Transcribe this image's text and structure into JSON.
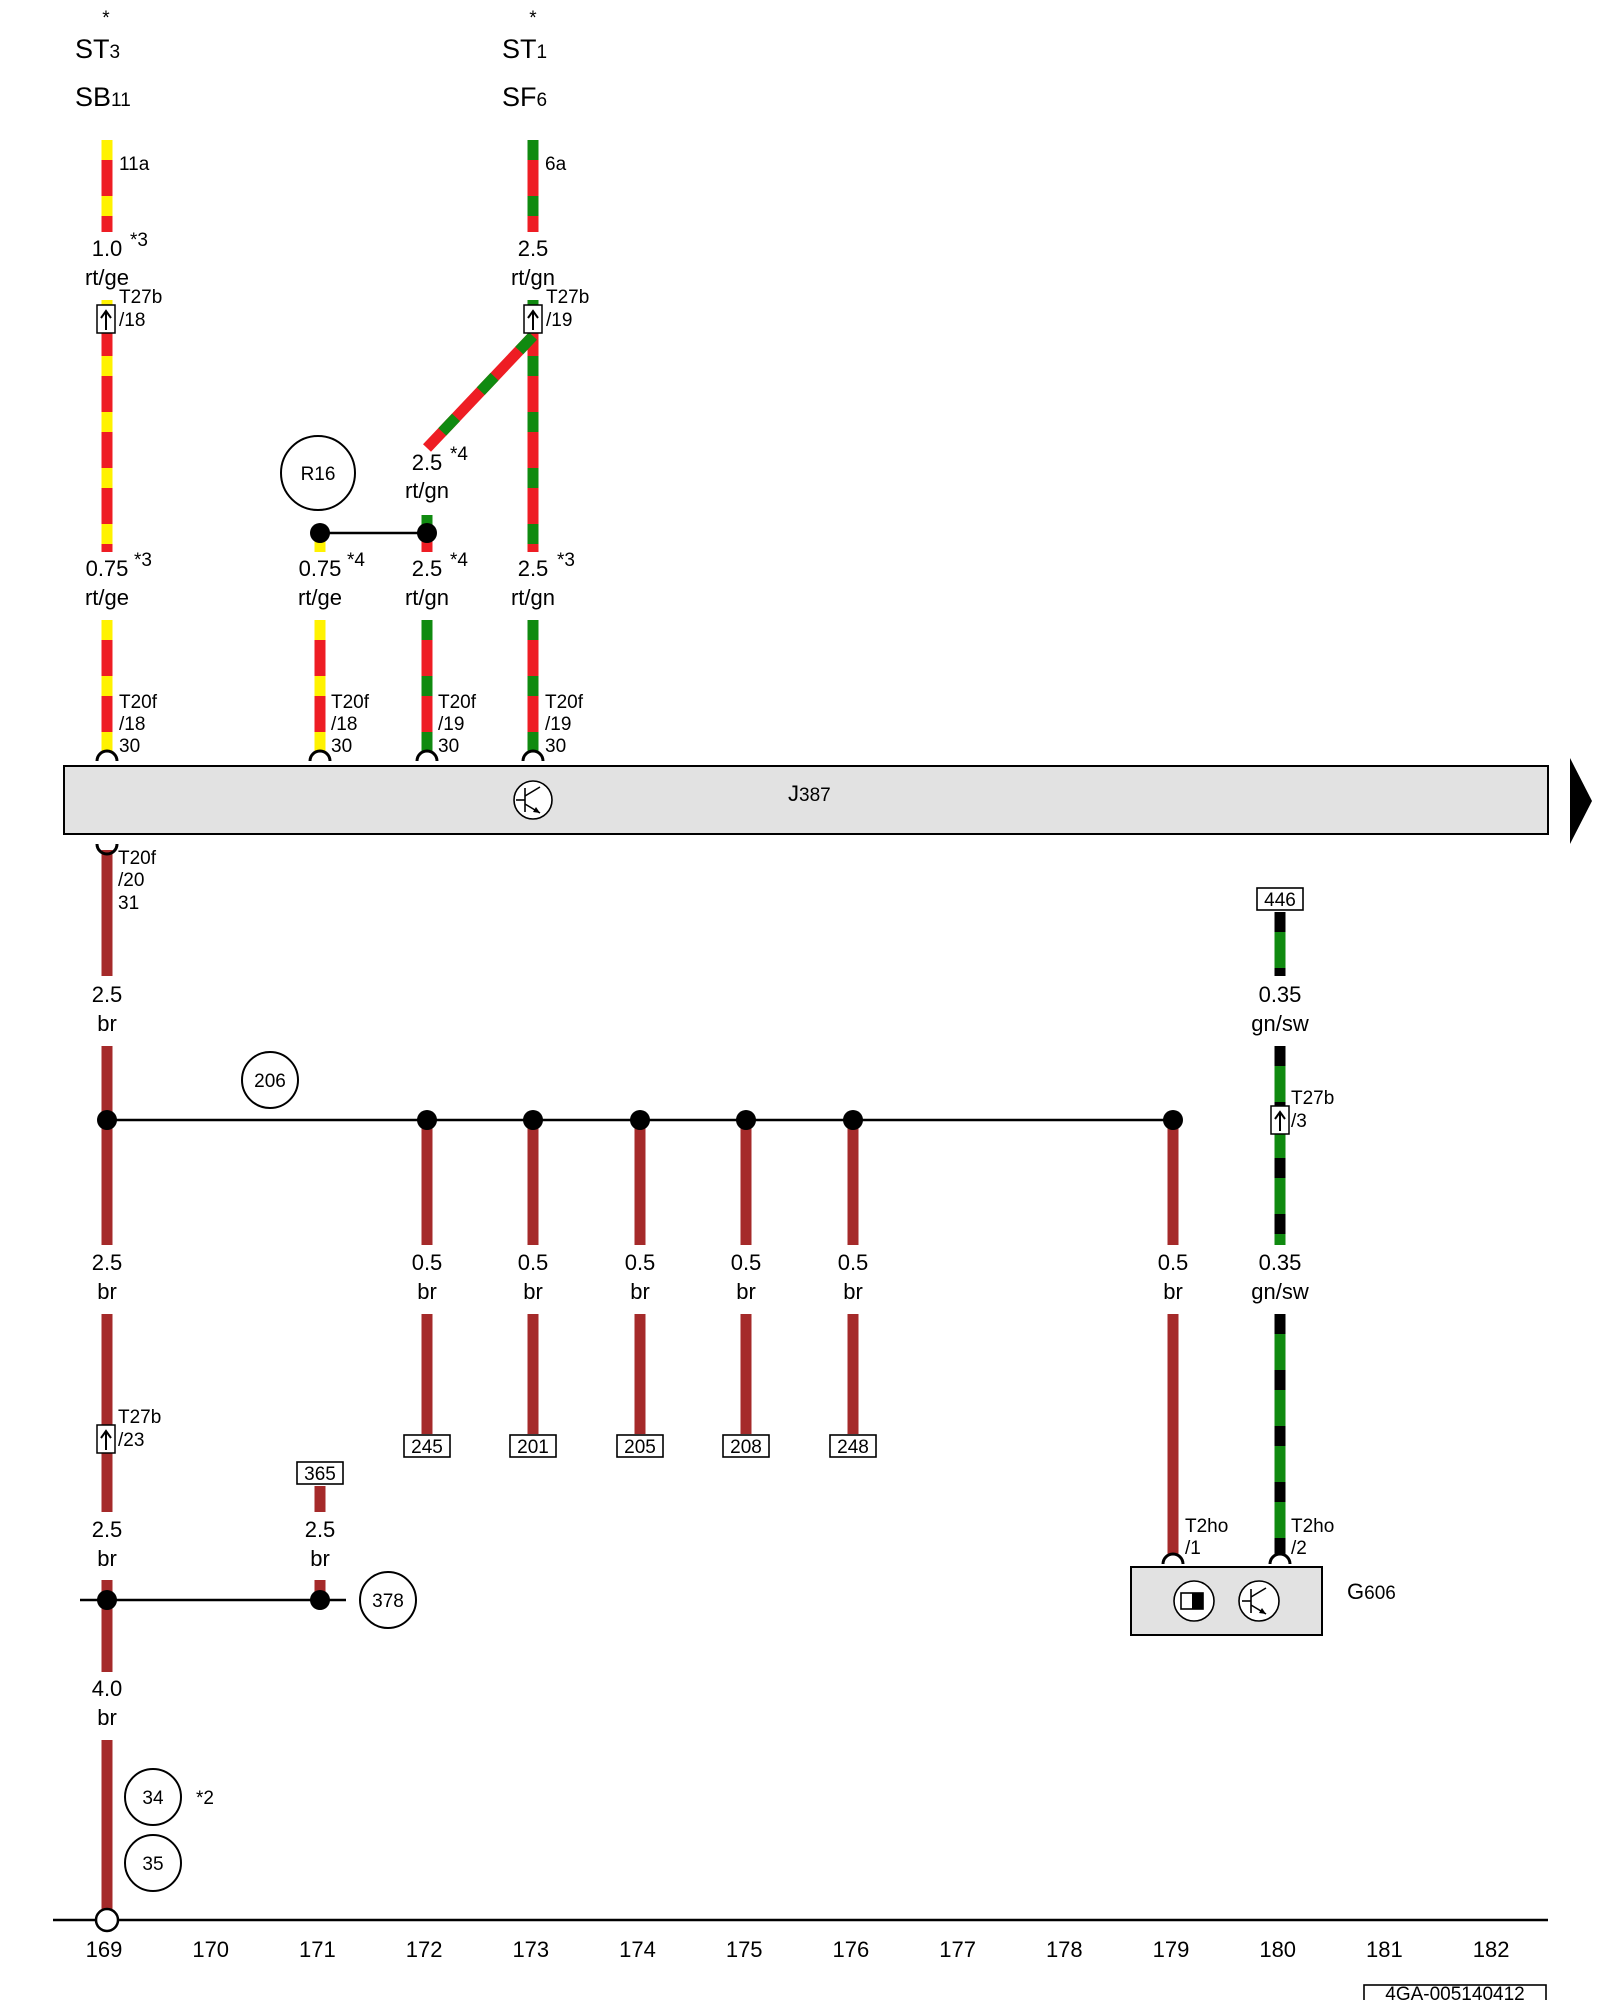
{
  "colors": {
    "rt": "#ee1d24",
    "ge": "#fff200",
    "gn": "#108a10",
    "br": "#a52a2a",
    "sw": "#000000",
    "module_fill": "#e2e2e2"
  },
  "top_refs": [
    {
      "star": "*",
      "line1": "ST",
      "sub1": "3",
      "line2": "SB",
      "sub2": "11"
    },
    {
      "star": "*",
      "line1": "ST",
      "sub1": "1",
      "line2": "SF",
      "sub2": "6"
    }
  ],
  "pins": {
    "p11a": "11a",
    "p6a": "6a"
  },
  "wire_labels": {
    "w1_size": "1.0",
    "w1_note": "*3",
    "w1_color": "rt/ge",
    "w2_size": "2.5",
    "w2_color": "rt/gn",
    "w3_size": "2.5",
    "w3_note": "*4",
    "w3_color": "rt/gn",
    "w4_size": "0.75",
    "w4_note": "*3",
    "w4_color": "rt/ge",
    "w5_size": "0.75",
    "w5_note": "*4",
    "w5_color": "rt/ge",
    "w6_size": "2.5",
    "w6_note": "*4",
    "w6_color": "rt/gn",
    "w7_size": "2.5",
    "w7_note": "*3",
    "w7_color": "rt/gn",
    "w8_size": "2.5",
    "w8_color": "br",
    "w9_size": "0.35",
    "w9_color": "gn/sw",
    "w10_size": "2.5",
    "w10_color": "br",
    "w11_size": "0.5",
    "w11_color": "br",
    "w12_size": "0.35",
    "w12_color": "gn/sw",
    "w13_size": "2.5",
    "w13_color": "br",
    "w14_size": "2.5",
    "w14_color": "br",
    "w15_size": "4.0",
    "w15_color": "br"
  },
  "connectors": {
    "t27b_18": {
      "name": "T27b",
      "pin": "/18"
    },
    "t27b_19": {
      "name": "T27b",
      "pin": "/19"
    },
    "t20f_18a": {
      "name": "T20f",
      "pin": "/18",
      "term": "30"
    },
    "t20f_18b": {
      "name": "T20f",
      "pin": "/18",
      "term": "30"
    },
    "t20f_19a": {
      "name": "T20f",
      "pin": "/19",
      "term": "30"
    },
    "t20f_19b": {
      "name": "T20f",
      "pin": "/19",
      "term": "30"
    },
    "t20f_20": {
      "name": "T20f",
      "pin": "/20",
      "term": "31"
    },
    "t27b_3": {
      "name": "T27b",
      "pin": "/3"
    },
    "t27b_23": {
      "name": "T27b",
      "pin": "/23"
    },
    "t2ho_1": {
      "name": "T2ho",
      "pin": "/1"
    },
    "t2ho_2": {
      "name": "T2ho",
      "pin": "/2"
    }
  },
  "circles": {
    "r16": "R16",
    "c206": "206",
    "c378": "378",
    "c34": "34",
    "c35": "35",
    "note_34": "*2"
  },
  "boxes": {
    "b446": "446",
    "b365": "365",
    "b245": "245",
    "b201": "201",
    "b205": "205",
    "b208": "208",
    "b248": "248"
  },
  "module_j387": {
    "name": "J",
    "sub": "387"
  },
  "module_g606": {
    "name": "G",
    "sub": "606"
  },
  "bottom_scale": [
    "169",
    "170",
    "171",
    "172",
    "173",
    "174",
    "175",
    "176",
    "177",
    "178",
    "179",
    "180",
    "181",
    "182"
  ],
  "footer_code": "4GA-005140412"
}
